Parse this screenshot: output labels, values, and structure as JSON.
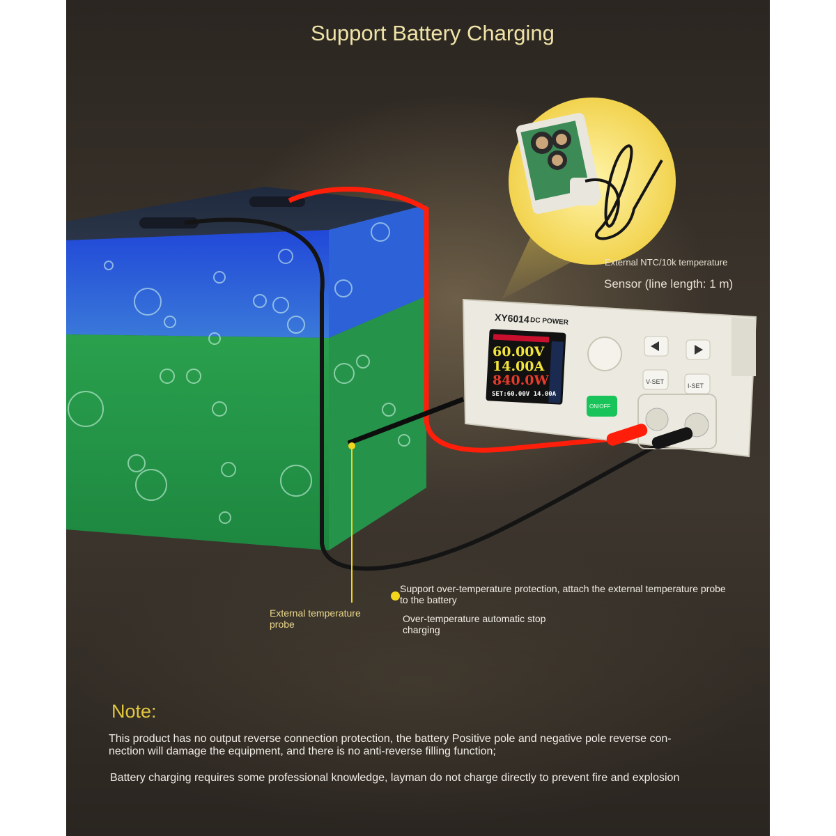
{
  "title": "Support Battery Charging",
  "sensor_callout": {
    "line1": "External NTC/10k temperature",
    "line2": "Sensor (line length: 1 m)"
  },
  "probe_callout": {
    "line1": "External temperature",
    "line2": "probe"
  },
  "protection_callout": {
    "line1": "Support over-temperature protection, attach the external temperature probe",
    "line2": "to the battery"
  },
  "stop_callout": {
    "line1": "Over-temperature automatic stop",
    "line2": "charging"
  },
  "note": {
    "heading": "Note:",
    "warning_line1": "This product has no output reverse connection protection, the battery Positive pole and negative pole reverse con-",
    "warning_line2": "nection will damage the equipment, and there is no anti-reverse filling function;",
    "warning_line3": "Battery charging requires some professional knowledge, layman do not charge directly to prevent fire and explosion"
  },
  "device": {
    "model": "XY6014",
    "subtitle": "DC POWER",
    "voltage": "60.00V",
    "current": "14.00A",
    "power": "840.0W",
    "set_line": "SET:60.00V 14.00A",
    "vset_label": "V-SET",
    "iset_label": "I-SET",
    "onoff_label": "ON/OFF"
  },
  "colors": {
    "accent_title": "#efe3a8",
    "note_heading": "#e3c73f",
    "red_wire": "#ff1e0a",
    "indicator_dot": "#f3d51c"
  }
}
